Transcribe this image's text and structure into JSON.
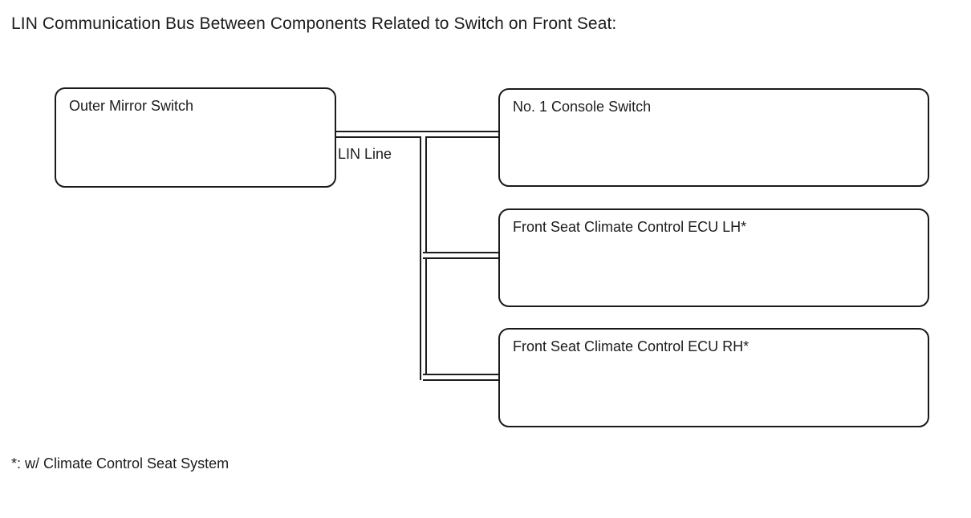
{
  "diagram": {
    "title": "LIN Communication Bus Between Components Related to Switch on Front Seat:",
    "footnote": "*: w/ Climate Control Seat System",
    "bus_label": "LIN Line",
    "line_color": "#1a1a1a",
    "box_border_color": "#1a1a1a",
    "background_color": "#ffffff",
    "text_color": "#1c1c1c",
    "nodes": [
      {
        "id": "outer-mirror-switch",
        "label": "Outer Mirror Switch"
      },
      {
        "id": "console-switch",
        "label": "No. 1 Console Switch"
      },
      {
        "id": "ecu-lh",
        "label": "Front Seat Climate Control ECU LH*"
      },
      {
        "id": "ecu-rh",
        "label": "Front Seat Climate Control ECU RH*"
      }
    ],
    "connections": [
      {
        "from": "outer-mirror-switch",
        "to": "console-switch",
        "type": "LIN Line"
      },
      {
        "from": "outer-mirror-switch",
        "to": "ecu-lh",
        "type": "LIN Line"
      },
      {
        "from": "outer-mirror-switch",
        "to": "ecu-rh",
        "type": "LIN Line"
      }
    ]
  }
}
